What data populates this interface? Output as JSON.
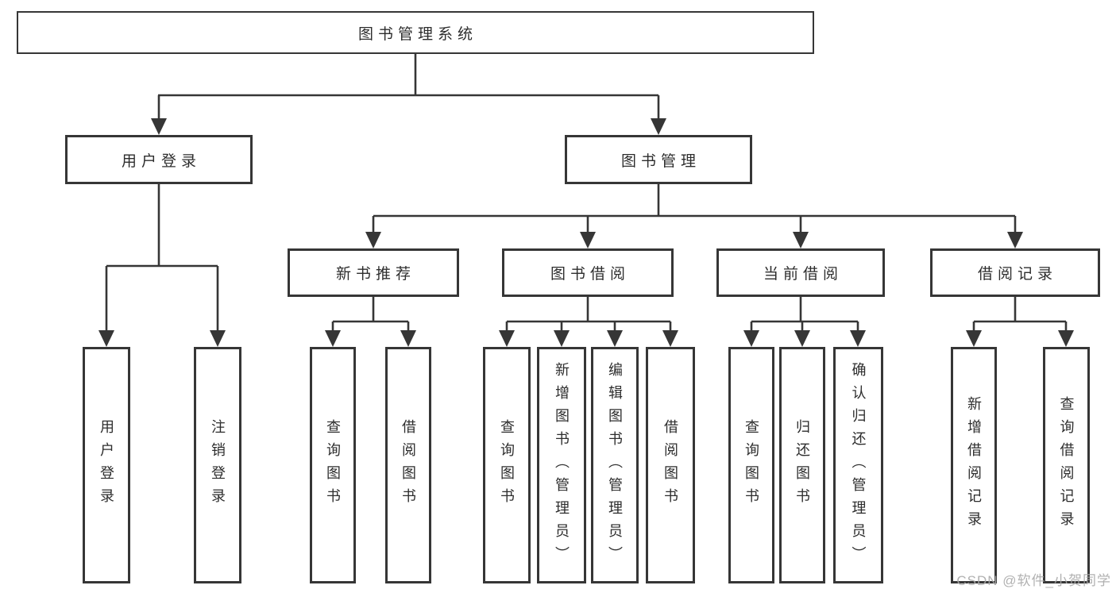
{
  "diagram": {
    "root": {
      "label": "图书管理系统"
    },
    "level2": [
      {
        "label": "用户登录"
      },
      {
        "label": "图书管理"
      }
    ],
    "level3": [
      {
        "label": "新书推荐"
      },
      {
        "label": "图书借阅"
      },
      {
        "label": "当前借阅"
      },
      {
        "label": "借阅记录"
      }
    ],
    "leaves": {
      "user_login": [
        "用户登录",
        "注销登录"
      ],
      "new_book_recommend": [
        "查询图书",
        "借阅图书"
      ],
      "book_borrow": [
        "查询图书",
        "新增图书（管理员）",
        "编辑图书（管理员）",
        "借阅图书"
      ],
      "current_borrow": [
        "查询图书",
        "归还图书",
        "确认归还（管理员）"
      ],
      "borrow_records": [
        "新增借阅记录",
        "查询借阅记录"
      ]
    }
  },
  "watermark": {
    "text": "CSDN @软件_小贺同学"
  },
  "colors": {
    "line": "#363636",
    "text": "#2d2d2d",
    "box_background": "#ffffff",
    "watermark": "#a8a8a8"
  }
}
